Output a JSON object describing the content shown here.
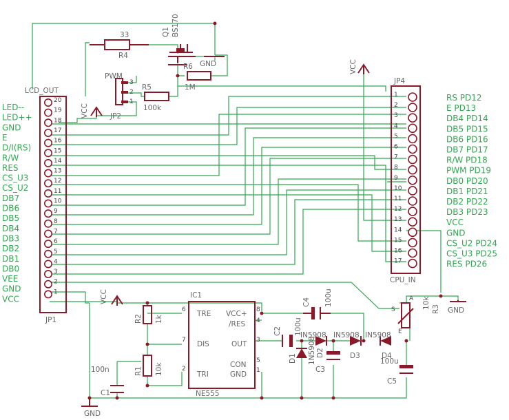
{
  "left_connector": {
    "name": "LCD_OUT",
    "ref": "JP1",
    "pins": [
      "20",
      "19",
      "18",
      "17",
      "16",
      "15",
      "14",
      "13",
      "12",
      "11",
      "10",
      "9",
      "8",
      "7",
      "6",
      "5",
      "4",
      "3",
      "2",
      "1"
    ],
    "signals": [
      "LED--",
      "LED++",
      "GND",
      "E",
      "D/I(RS)",
      "R/W",
      "RES",
      "CS_U3",
      "CS_U2",
      "DB7",
      "DB6",
      "DB5",
      "DB4",
      "DB3",
      "DB2",
      "DB1",
      "DB0",
      "VEE",
      "GND",
      "VCC"
    ]
  },
  "right_connector": {
    "name": "JP4",
    "ref": "CPU_IN",
    "pins": [
      "1",
      "2",
      "3",
      "4",
      "5",
      "6",
      "7",
      "8",
      "9",
      "10",
      "11",
      "12",
      "13",
      "14",
      "15",
      "16",
      "17"
    ],
    "signals": [
      "RS PD12",
      "E PD13",
      "DB4 PD14",
      "DB5 PD15",
      "DB6 PD16",
      "DB7 PD17",
      "R/W PD18",
      "PWM PD19",
      "DB0 PD20",
      "DB1 PD21",
      "DB2 PD22",
      "DB3 PD23",
      "VCC",
      "GND",
      "CS_U2 PD24",
      "CS_U3 PD25",
      "RES PD26"
    ]
  },
  "top_section": {
    "q1_ref": "Q1",
    "q1_part": "BS170",
    "r4_value": "33",
    "r4_ref": "R4",
    "gnd_label": "GND",
    "r6_ref": "R6",
    "r6_value": "1M",
    "vcc_label": "VCC",
    "pwm_label": "PWM",
    "jp2_pins": [
      "3",
      "2",
      "1"
    ],
    "jp2_ref": "JP2",
    "r5_ref": "R5",
    "r5_value": "100k",
    "vcc_jp1": "VCC"
  },
  "timer": {
    "ref": "IC1",
    "part": "NE555",
    "left_pins": [
      "6",
      "7",
      "2"
    ],
    "left_labels": [
      "TRE",
      "DIS",
      "TRI"
    ],
    "right_pins": [
      "8",
      "4",
      "3",
      "5",
      "1"
    ],
    "right_labels": [
      "VCC+",
      "/RES",
      "OUT",
      "CON",
      "GND"
    ],
    "vcc_label": "VCC",
    "r2_ref": "R2",
    "r2_value": "1k",
    "r1_ref": "R1",
    "r1_value": "10k",
    "c1_ref": "C1",
    "c1_value": "100n",
    "gnd_label": "GND"
  },
  "pump": {
    "c2_ref": "C2",
    "c2_value": "100u",
    "c4_ref": "C4",
    "c4_value": "100u",
    "d1_ref": "D1",
    "d1_part": "1N5908",
    "d2_ref": "D2",
    "d2_part": "IN5908",
    "d3_ref": "D3",
    "d3_part": "IN5908",
    "d4_ref": "D4",
    "d4_part": "IN5908",
    "c3_ref": "C3",
    "c5_ref": "C5",
    "c5_value": "100u",
    "r3_ref": "R3",
    "r3_value": "10k",
    "r3_pins": [
      "S",
      "A",
      "E"
    ],
    "gnd_label": "GND"
  }
}
